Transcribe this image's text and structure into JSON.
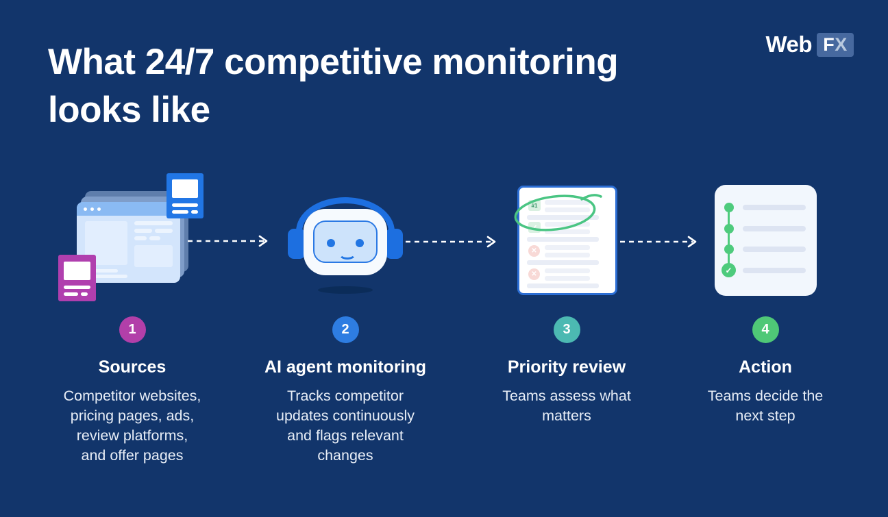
{
  "title": {
    "text": "What 24/7 competitive monitoring\nlooks like"
  },
  "logo": {
    "web": "Web",
    "f": "F",
    "x": "X"
  },
  "icons": {
    "check": "✓",
    "cross": "✕",
    "rank_badge": "#1"
  },
  "colors": {
    "background": "#12356b",
    "arrow": "#ffffff",
    "highlight_green": "#4ac583",
    "timeline_green": "#4ecb7d",
    "browser_blue": "#2176e5",
    "card_magenta": "#b03fae"
  },
  "steps": [
    {
      "number": "1",
      "badge_color": "#b23fa9",
      "title": "Sources",
      "description": "Competitor websites,\npricing pages, ads,\nreview platforms,\nand offer pages"
    },
    {
      "number": "2",
      "badge_color": "#2e7de2",
      "title": "AI agent monitoring",
      "description": "Tracks competitor\nupdates continuously\nand flags relevant\nchanges"
    },
    {
      "number": "3",
      "badge_color": "#4cb9b2",
      "title": "Priority review",
      "description": "Teams assess what\nmatters"
    },
    {
      "number": "4",
      "badge_color": "#4fc877",
      "title": "Action",
      "description": "Teams decide the\nnext step"
    }
  ]
}
